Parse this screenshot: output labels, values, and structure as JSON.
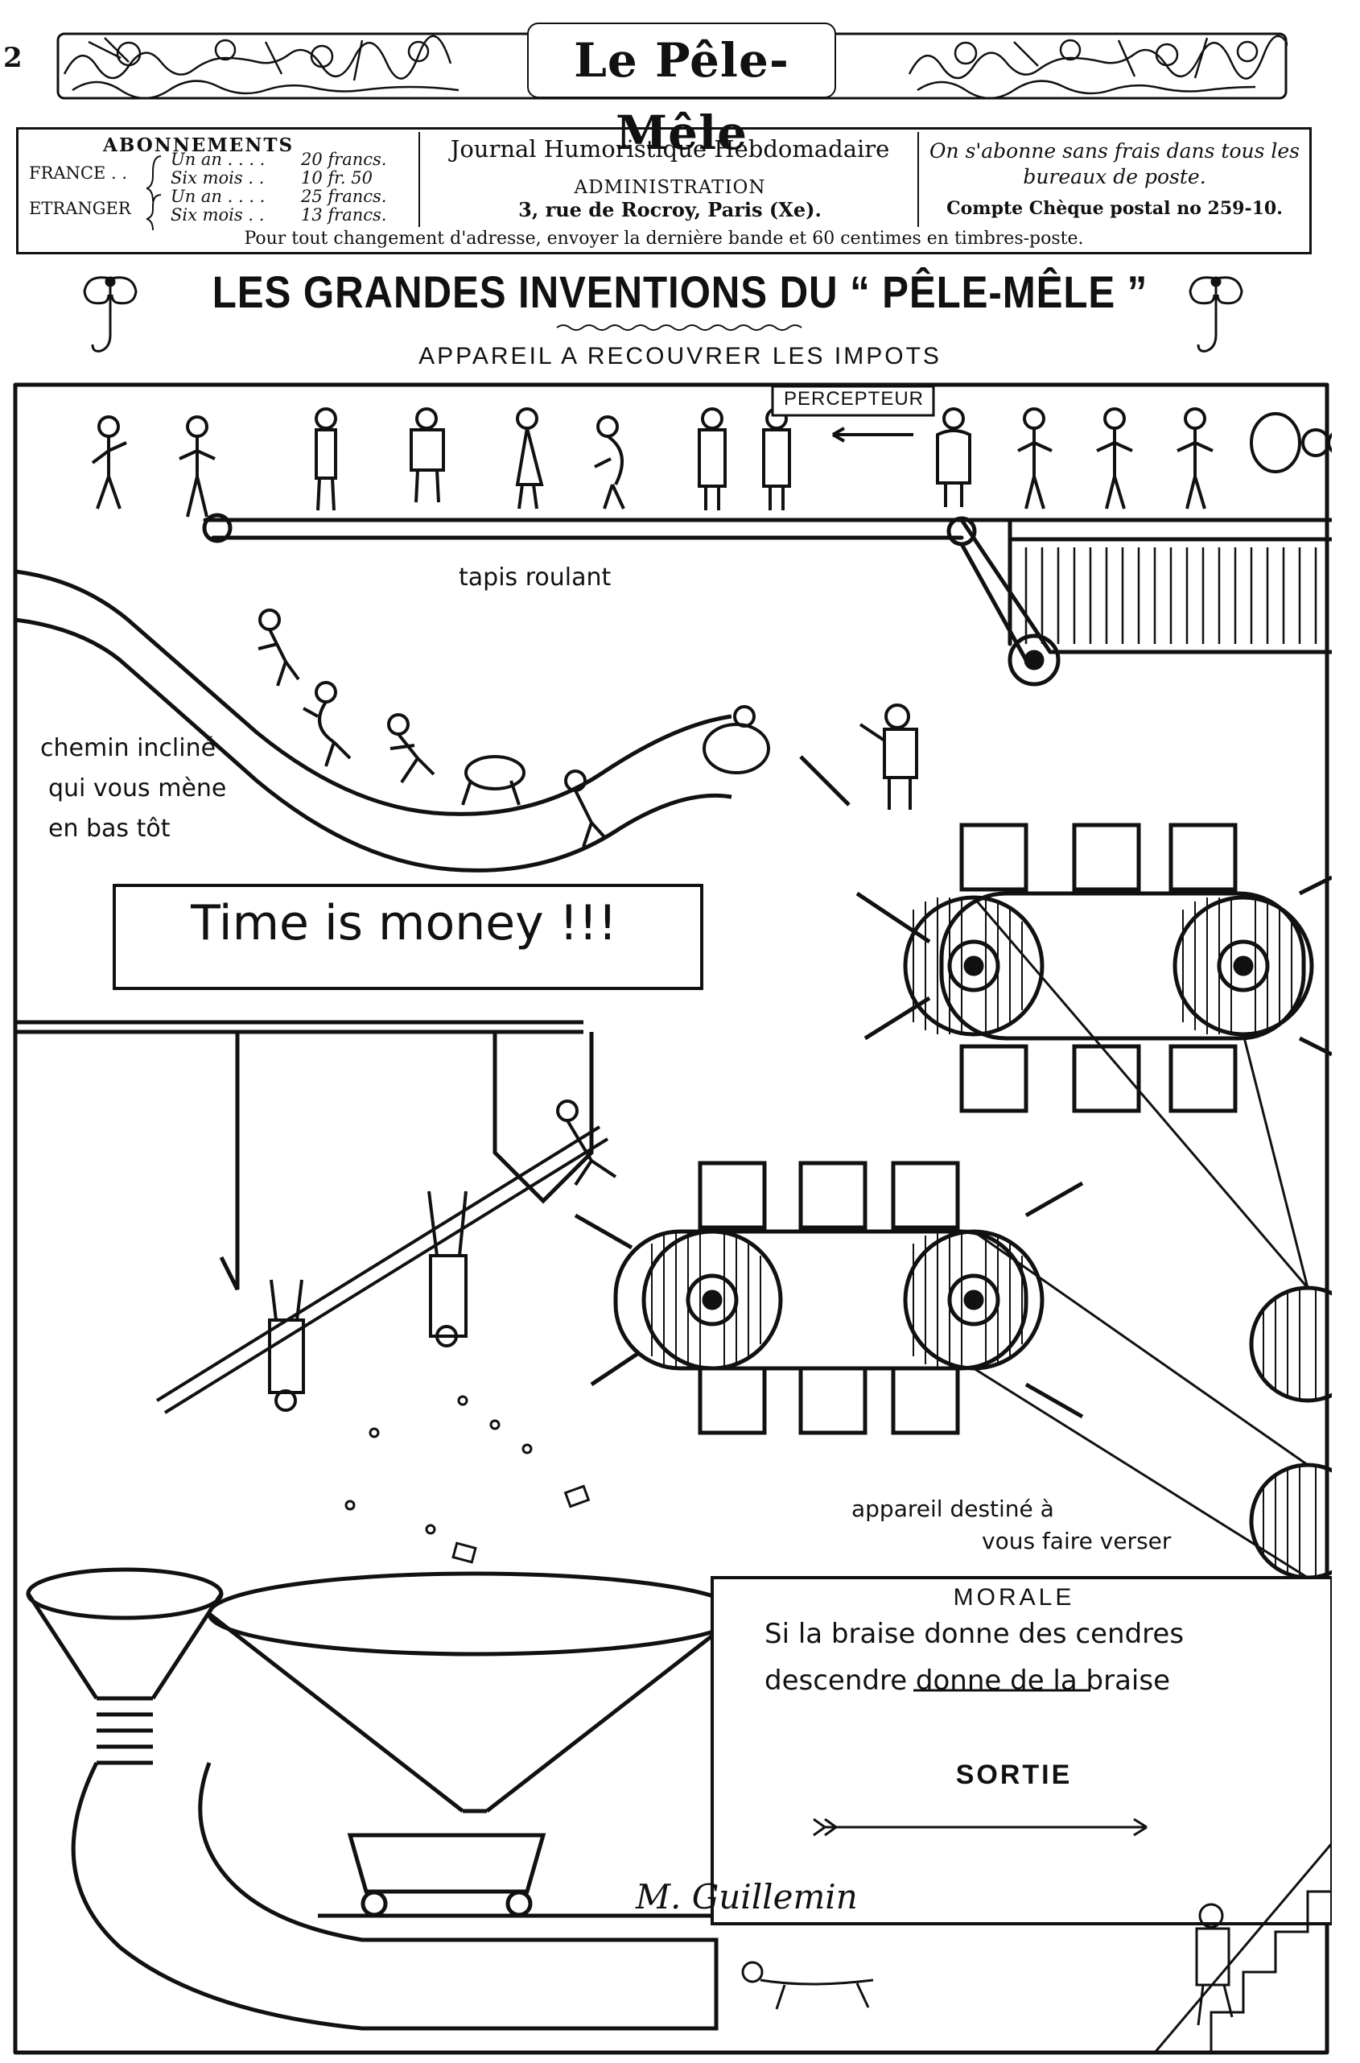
{
  "page": {
    "number": "2"
  },
  "masthead": {
    "title": "Le Pêle-Mêle"
  },
  "subscription": {
    "heading": "ABONNEMENTS",
    "regions": [
      "FRANCE . .",
      "ETRANGER"
    ],
    "rows": [
      {
        "term": "Un an . . . .",
        "price": "20 francs."
      },
      {
        "term": "Six mois . .",
        "price": "10 fr. 50"
      },
      {
        "term": "Un an . . . .",
        "price": "25 francs."
      },
      {
        "term": "Six mois . .",
        "price": "13 francs."
      }
    ],
    "journal_type": "Journal Humoristique Hebdomadaire",
    "admin_heading": "ADMINISTRATION",
    "address": "3, rue de Rocroy, Paris (Xe).",
    "free_subscription": "On s'abonne sans frais dans tous les bureaux de poste.",
    "postal_account": "Compte Chèque postal no 259-10.",
    "change_notice": "Pour tout changement d'adresse, envoyer la dernière bande et 60 centimes en timbres-poste."
  },
  "headline": "LES GRANDES INVENTIONS DU “ PÊLE-MÊLE ”",
  "subheadline": "APPAREIL A RECOUVRER LES IMPOTS",
  "cartoon": {
    "sign_percepteur": "PERCEPTEUR",
    "label_tapis": "tapis roulant",
    "label_chemin": [
      "chemin incliné",
      "qui vous mène",
      "en bas tôt"
    ],
    "sign_time": "Time is money !!!",
    "label_appareil": [
      "appareil destiné à",
      "vous faire verser"
    ],
    "morale_heading": "MORALE",
    "morale_lines": [
      "Si la braise donne des cendres",
      "descendre donne de la braise"
    ],
    "exit_sign": "SORTIE",
    "signature": "M. Guillemin"
  },
  "colors": {
    "ink": "#111111",
    "paper": "#ffffff"
  }
}
